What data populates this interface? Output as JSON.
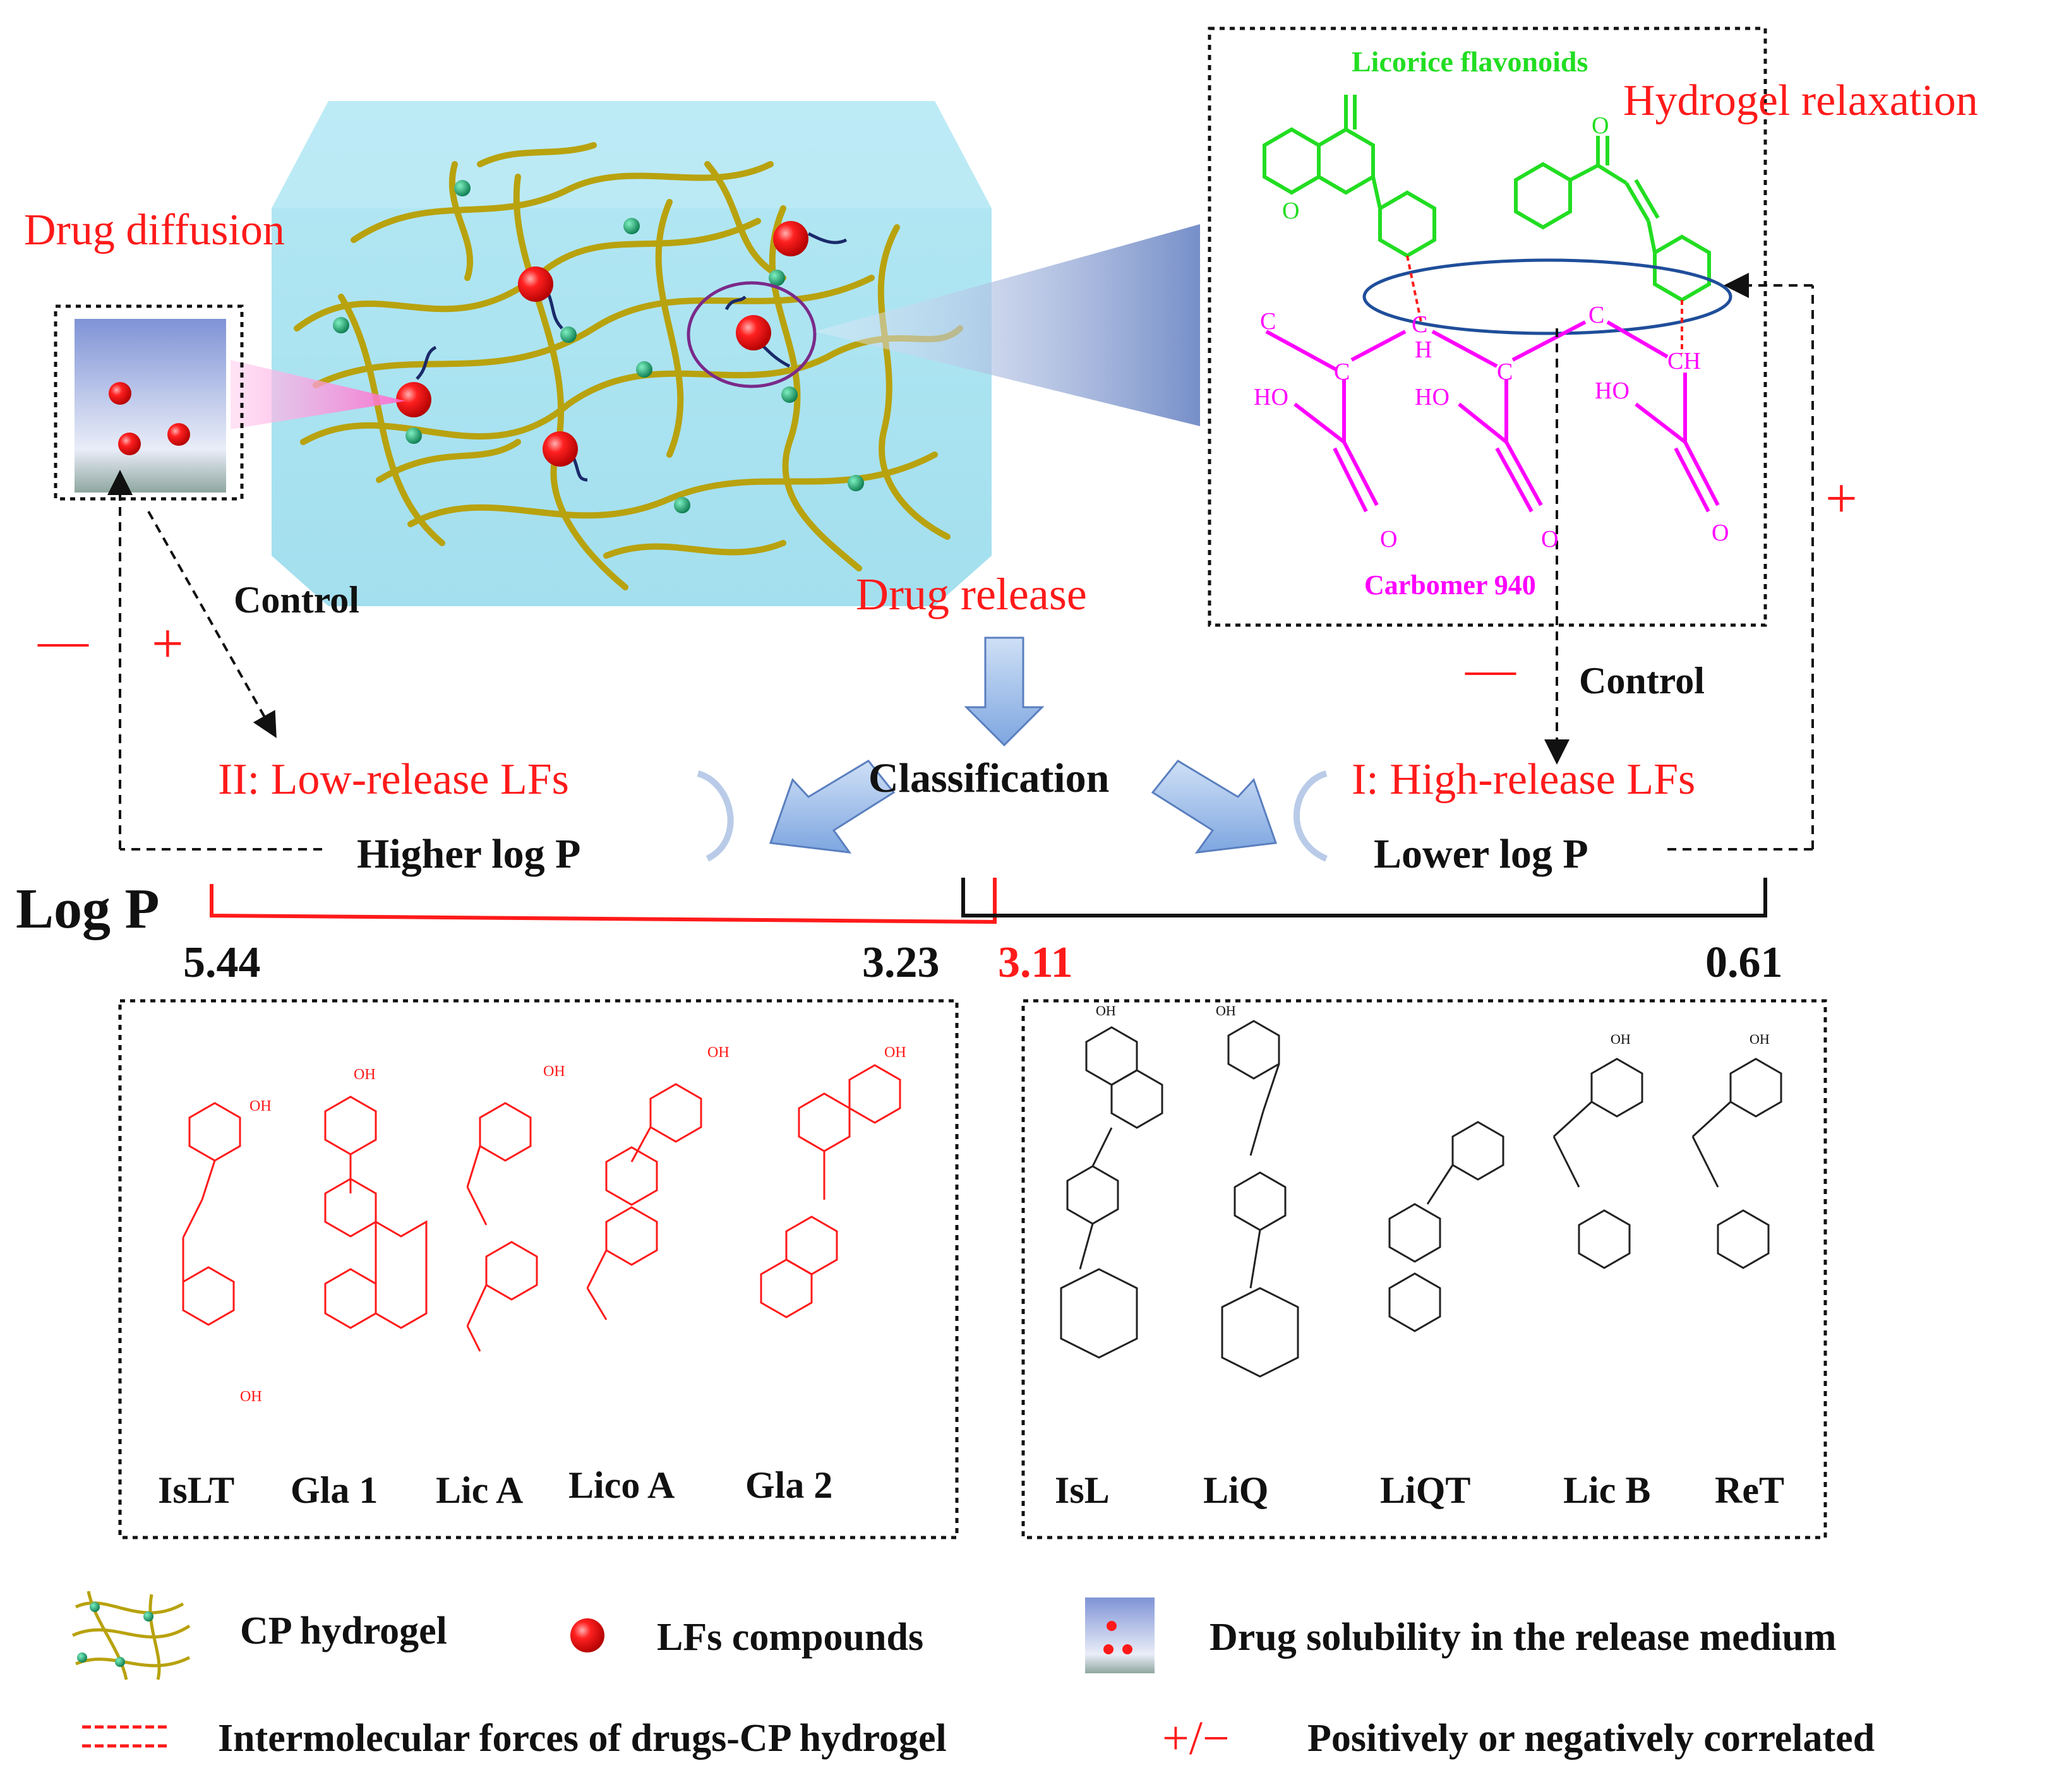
{
  "colors": {
    "red": "#ff1a1a",
    "green": "#22dd22",
    "magenta": "#ff00ff",
    "hydrogel_fiber": "#b8a20e",
    "hydrogel_body": "#a8e4f0",
    "crosslink": "#11a36a",
    "blue_arrow": "#9fc0ea"
  },
  "labels": {
    "drug_diffusion": "Drug diffusion",
    "hydrogel_relaxation": "Hydrogel relaxation",
    "licorice_flavonoids": "Licorice flavonoids",
    "carbomer": "Carbomer 940",
    "drug_release": "Drug release",
    "classification": "Classification",
    "control_left": "Control",
    "control_right": "Control",
    "low_release": "II: Low-release LFs",
    "high_release": "I: High-release LFs",
    "higher_logp": "Higher log P",
    "lower_logp": "Lower log P",
    "logp_axis": "Log P",
    "plus": "+",
    "minus": "—"
  },
  "logp_values": {
    "max": "5.44",
    "split_high": "3.23",
    "split_low": "3.11",
    "min": "0.61"
  },
  "chem_atoms": {
    "c": "C",
    "h": "H",
    "ch": "CH",
    "ho": "HO",
    "o": "O",
    "oh": "OH"
  },
  "low_release_compounds": [
    "IsLT",
    "Gla 1",
    "Lic A",
    "Lico A",
    "Gla 2"
  ],
  "high_release_compounds": [
    "IsL",
    "LiQ",
    "LiQT",
    "Lic B",
    "ReT"
  ],
  "legend": {
    "cp_hydrogel": "CP hydrogel",
    "lfs_compounds": "LFs compounds",
    "solubility": "Drug solubility in the release medium",
    "forces": "Intermolecular forces of drugs-CP hydrogel",
    "plusminus_symbol": "+/−",
    "correlation": "Positively or negatively correlated"
  }
}
